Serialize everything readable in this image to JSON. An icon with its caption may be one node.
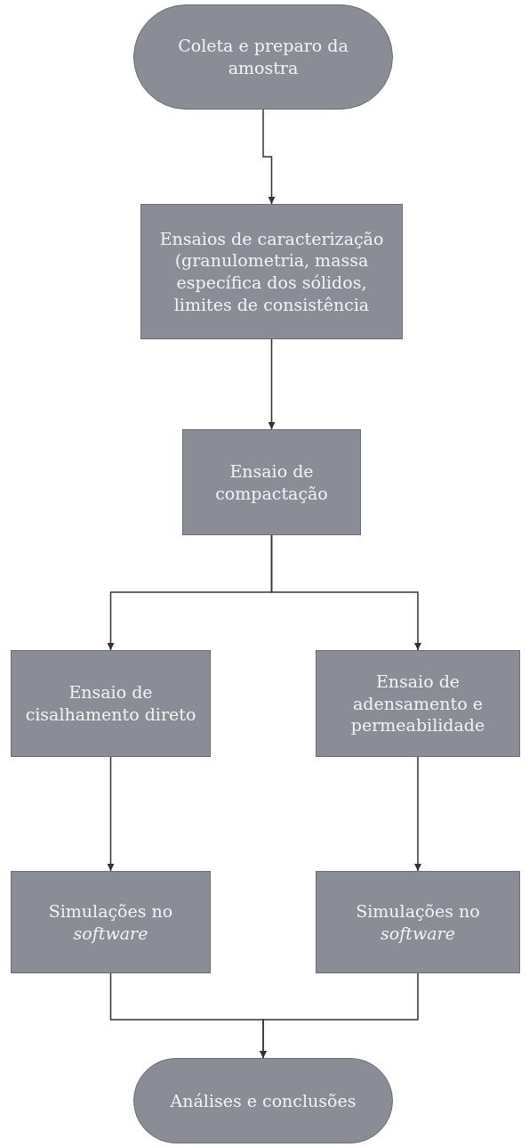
{
  "diagram": {
    "nodes": [
      {
        "text": [
          "Coleta e preparo da amostra"
        ]
      },
      {
        "text": [
          "Ensaios de caracterização (granulometria, massa específica dos sólidos, limites de consistência"
        ]
      },
      {
        "text": [
          "Ensaio de compactação"
        ]
      },
      {
        "text": [
          "Ensaio de cisalhamento direto"
        ]
      },
      {
        "text": [
          "Ensaio de adensamento e permeabilidade"
        ]
      },
      {
        "text": [
          "Simulações no *software*"
        ]
      },
      {
        "text": [
          "Simulações no *software*"
        ]
      },
      {
        "text": [
          "Análises e conclusões"
        ]
      }
    ],
    "edges": [
      {
        "from": 0,
        "to": 1,
        "arrow": "to"
      },
      {
        "from": 1,
        "to": 2,
        "arrow": "to"
      },
      {
        "from": 2,
        "to": 3,
        "arrow": "to"
      },
      {
        "from": 2,
        "to": 4,
        "arrow": "to"
      },
      {
        "from": 3,
        "to": 5,
        "arrow": "to"
      },
      {
        "from": 4,
        "to": 6,
        "arrow": "to"
      },
      {
        "from": 5,
        "to": 7,
        "arrow": "to"
      },
      {
        "from": 6,
        "to": 7,
        "arrow": "to"
      }
    ]
  }
}
